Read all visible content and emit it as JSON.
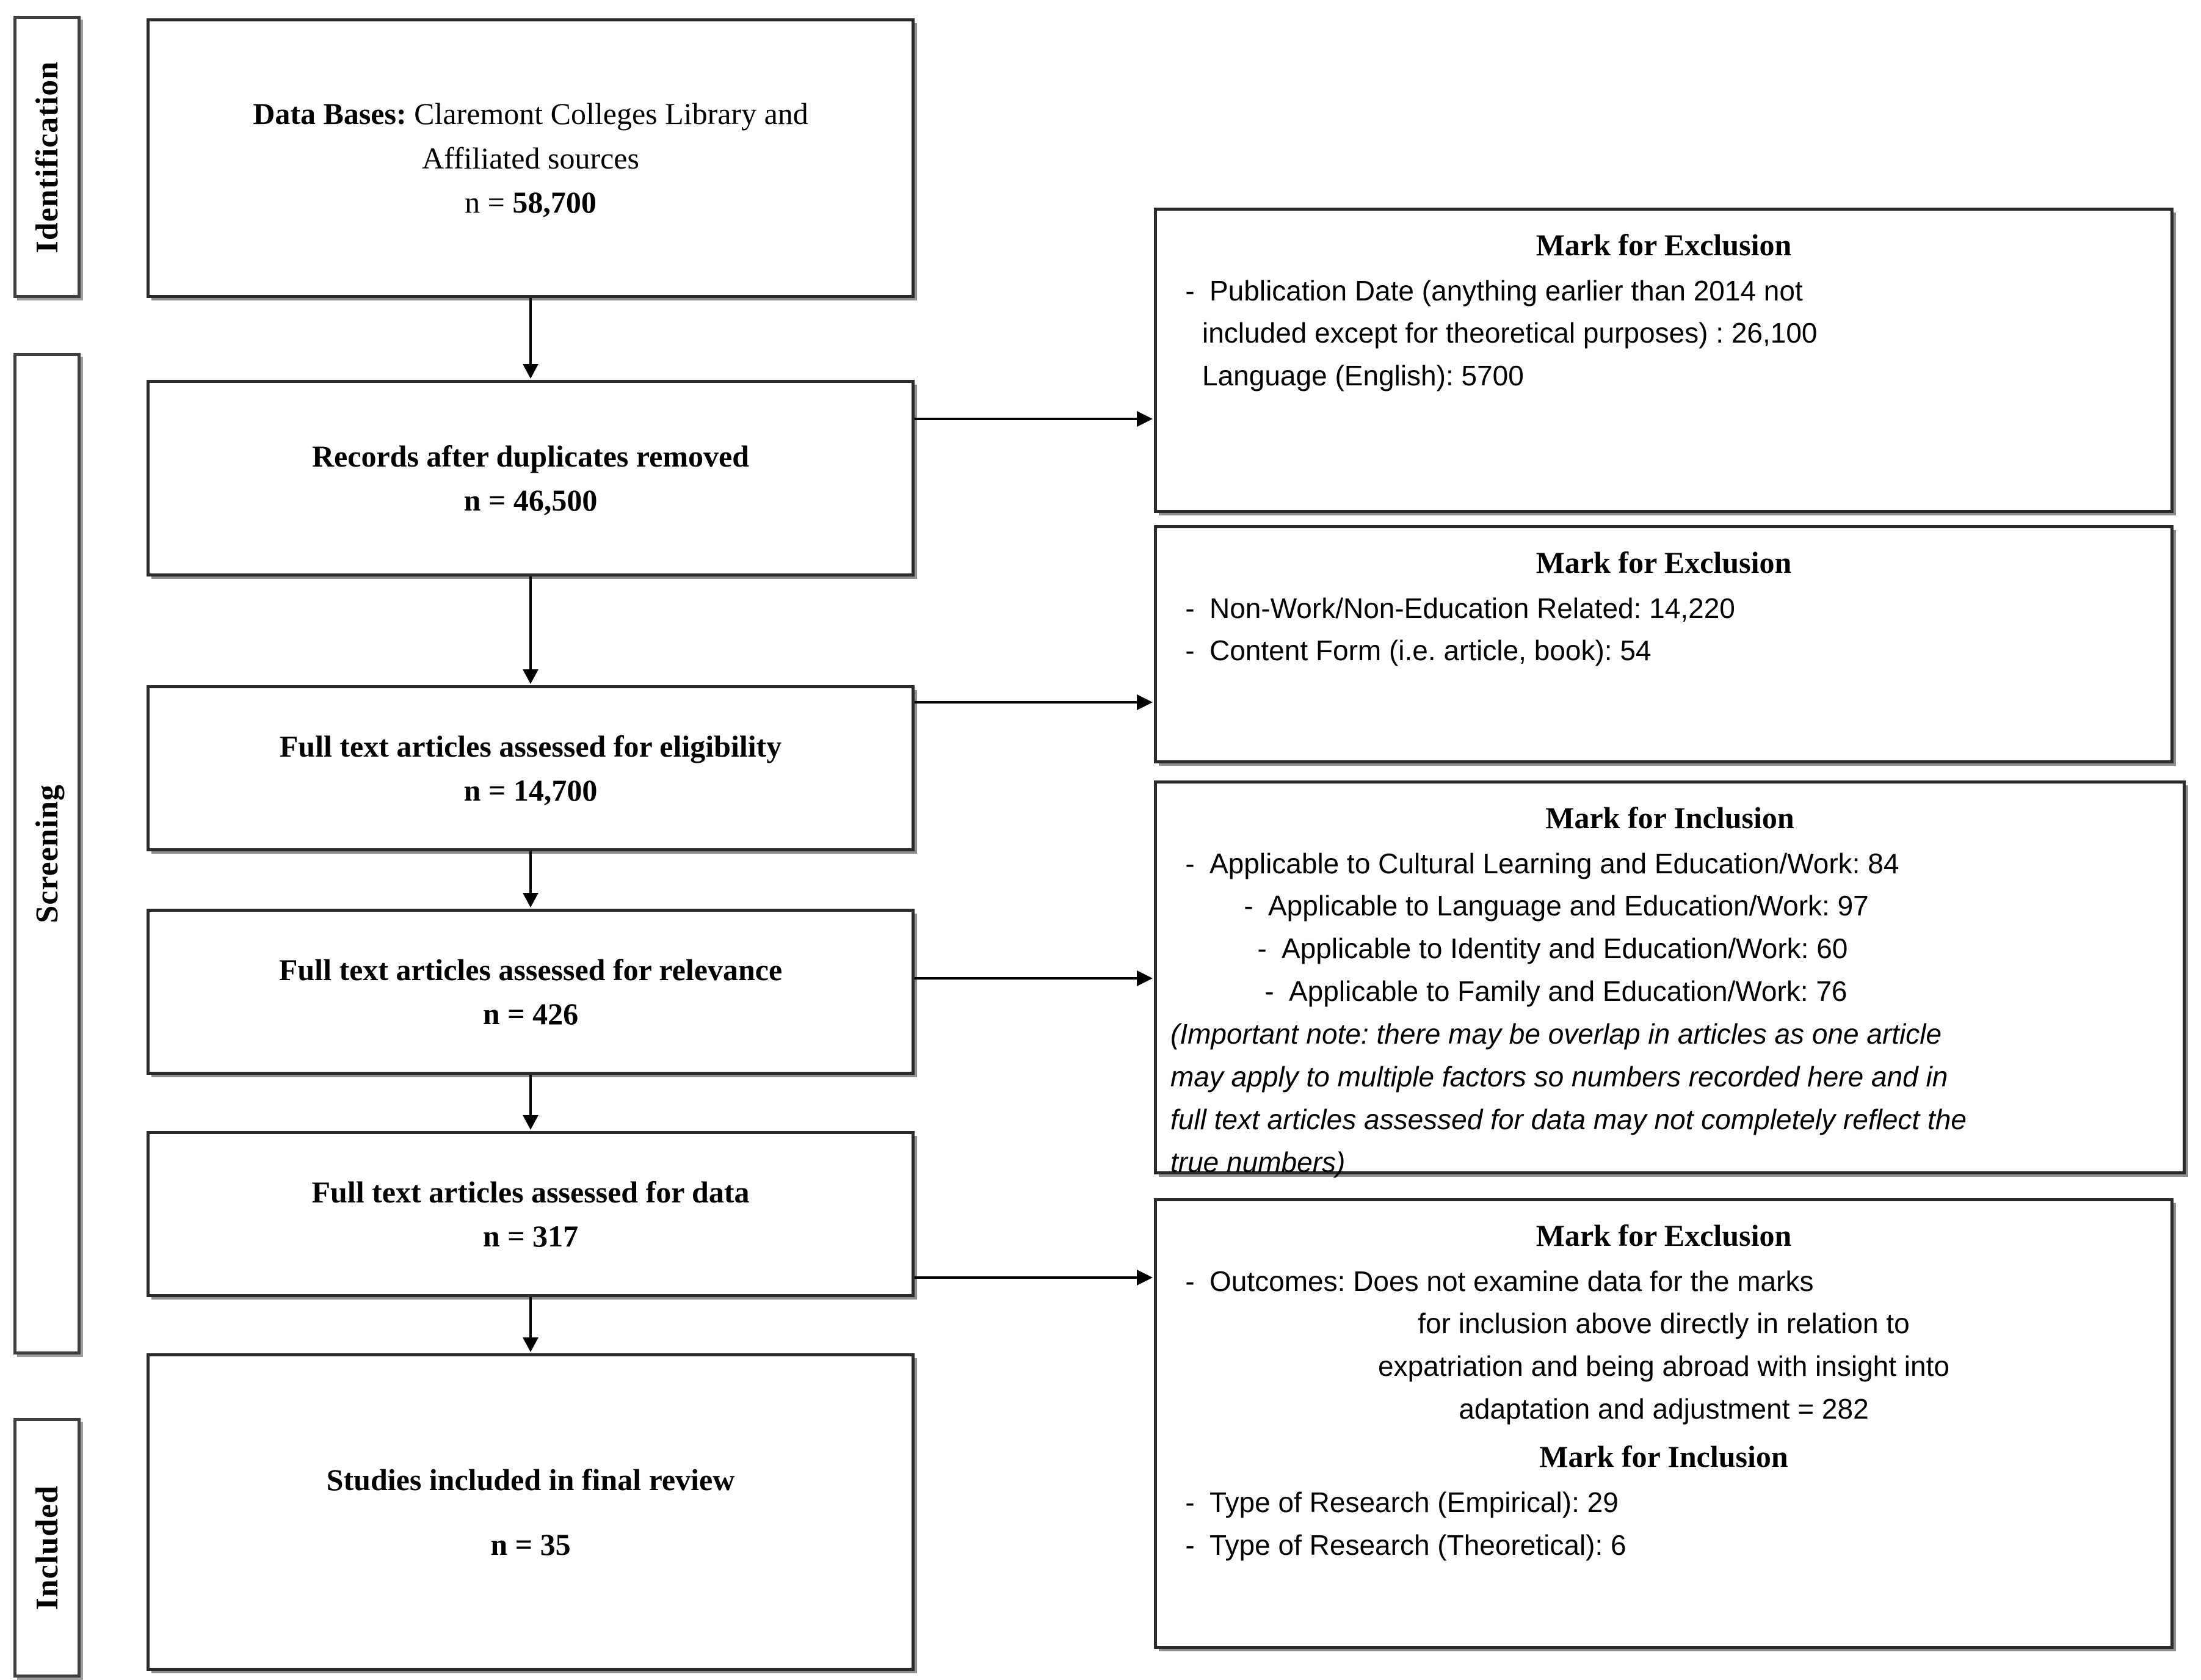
{
  "phases": [
    {
      "id": "identification",
      "label": "Identification"
    },
    {
      "id": "screening",
      "label": "Screening"
    },
    {
      "id": "included",
      "label": "Included"
    }
  ],
  "flow": [
    {
      "id": "databases",
      "lead": "Data Bases:",
      "line1_rest": " Claremont Colleges Library and",
      "line2": "Affiliated sources",
      "n_prefix": "n = ",
      "n_value": "58,700"
    },
    {
      "id": "records-after-duplicates",
      "line1": "Records after duplicates removed",
      "n_prefix": "n = ",
      "n_value": "46,500"
    },
    {
      "id": "eligibility",
      "line1": "Full text articles assessed for eligibility",
      "n_prefix": "n = ",
      "n_value": "14,700"
    },
    {
      "id": "relevance",
      "line1": "Full text articles assessed for relevance",
      "n_prefix": "n = ",
      "n_value": "426"
    },
    {
      "id": "data",
      "line1": "Full text articles assessed for data",
      "n_prefix": "n = ",
      "n_value": "317"
    },
    {
      "id": "final-review",
      "line1": "Studies included in final review",
      "n_prefix": "n = ",
      "n_value": "35"
    }
  ],
  "side": {
    "exclusion_1": {
      "title": "Mark for Exclusion",
      "bullet": "Publication Date (anything earlier than 2014 not",
      "cont_1": "included except for theoretical purposes) : 26,100",
      "cont_2": "Language (English): 5700"
    },
    "exclusion_2": {
      "title": "Mark for Exclusion",
      "items": [
        "Non-Work/Non-Education Related: 14,220",
        "Content Form (i.e. article, book): 54"
      ]
    },
    "inclusion_1": {
      "title": "Mark for Inclusion",
      "items": [
        "Applicable to Cultural Learning and Education/Work: 84",
        "Applicable to Language and Education/Work: 97",
        "Applicable to Identity and Education/Work: 60",
        "Applicable to Family and Education/Work: 76"
      ],
      "note": [
        "(Important note: there may be overlap in articles as one article",
        "may apply to multiple factors so numbers recorded here and in",
        "full text articles assessed for data may not completely reflect the",
        "true numbers)"
      ]
    },
    "mixed": {
      "exclusion_title": "Mark for Exclusion",
      "outcome_lines": [
        "Outcomes: Does not examine data for the marks",
        "for inclusion above directly in relation to",
        "expatriation and being abroad with insight into",
        "adaptation and adjustment = 282"
      ],
      "inclusion_title": "Mark for Inclusion",
      "inclusion_items": [
        "Type of Research (Empirical): 29",
        "Type of Research (Theoretical): 6"
      ]
    }
  },
  "symbols": {
    "dash": "-"
  },
  "colors": {
    "box_border": "#2b2b2b",
    "box_shadow": "#8c8c8c",
    "text": "#000000",
    "background": "#ffffff"
  }
}
